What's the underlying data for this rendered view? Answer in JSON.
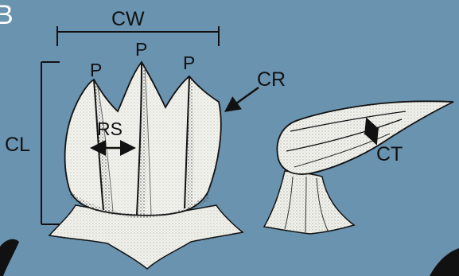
{
  "panel_label": "B",
  "labels": {
    "cw": "CW",
    "cl": "CL",
    "cr": "CR",
    "rs": "RS",
    "ct": "CT",
    "p_left": "P",
    "p_center": "P",
    "p_right": "P"
  },
  "colors": {
    "background": "#6a93b0",
    "specimen_fill": "#f3f3ee",
    "ink": "#111111"
  }
}
